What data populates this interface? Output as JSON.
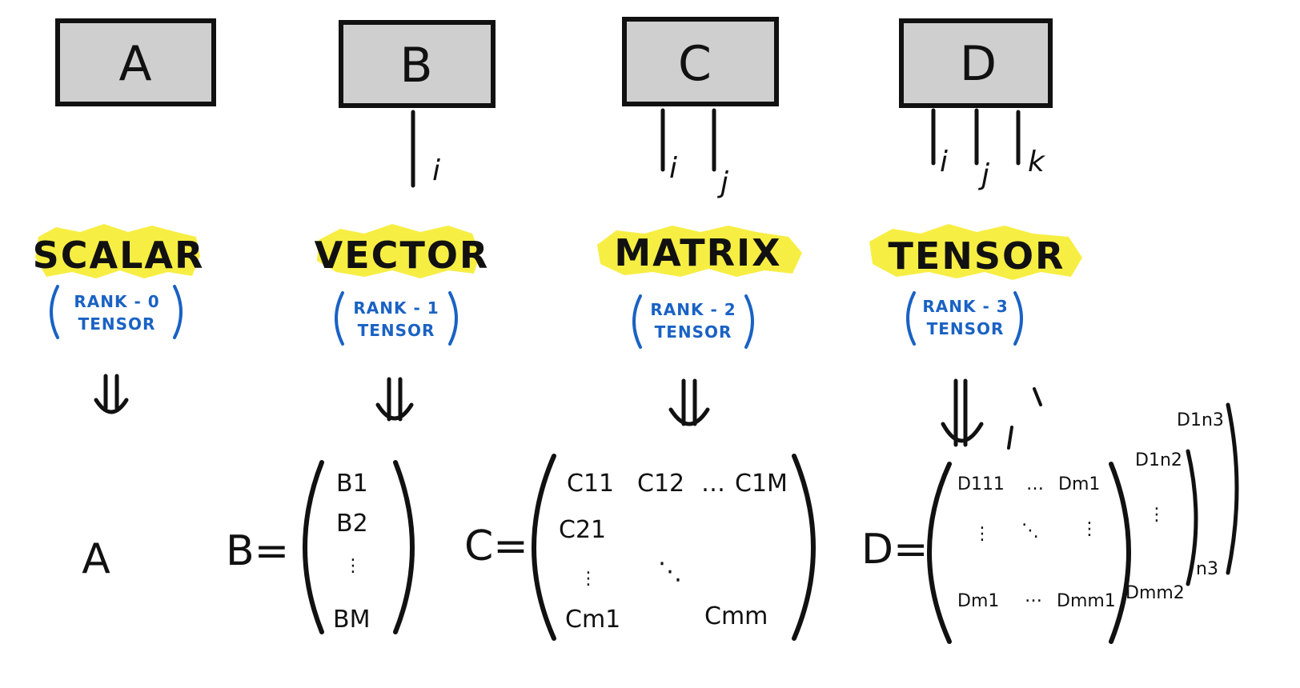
{
  "columns": [
    {
      "box": "A",
      "indices": [],
      "title": "SCALAR",
      "rank_line1": "RANK - 0",
      "rank_line2": "TENSOR",
      "arrow": "⇓"
    },
    {
      "box": "B",
      "indices": [
        "i"
      ],
      "title": "VECTOR",
      "rank_line1": "RANK - 1",
      "rank_line2": "TENSOR",
      "arrow": "⇓"
    },
    {
      "box": "C",
      "indices": [
        "i",
        "j"
      ],
      "title": "MATRIX",
      "rank_line1": "RANK - 2",
      "rank_line2": "TENSOR",
      "arrow": "⇓"
    },
    {
      "box": "D",
      "indices": [
        "i",
        "j",
        "k"
      ],
      "title": "TENSOR",
      "rank_line1": "RANK - 3",
      "rank_line2": "TENSOR",
      "arrow": "⇓"
    }
  ],
  "scalar": {
    "value": "A"
  },
  "vector": {
    "lhs": "B=",
    "elements": [
      "B1",
      "B2",
      "⋮",
      "BM"
    ]
  },
  "matrix": {
    "lhs": "C=",
    "row1": [
      "C11",
      "C12",
      "…",
      "C1M"
    ],
    "row2": "C21",
    "vdots": "⋮",
    "ddots": "⋱",
    "row_last": [
      "Cm1",
      "Cmm"
    ]
  },
  "tensor": {
    "lhs": "D=",
    "front": [
      "D111",
      "…",
      "Dm1",
      "⋮",
      "⋱",
      "⋮",
      "Dm1",
      "…",
      "Dmm1"
    ],
    "mid_top": "D1n2",
    "mid_vdots": "⋮",
    "mid_bottom": "Dmm2",
    "back_top": "D1n3",
    "back_bottom": "n3"
  },
  "colors": {
    "ink": "#111111",
    "box_fill": "#cfcfcf",
    "highlight": "#f7ee43",
    "annotation": "#1a62c4"
  }
}
